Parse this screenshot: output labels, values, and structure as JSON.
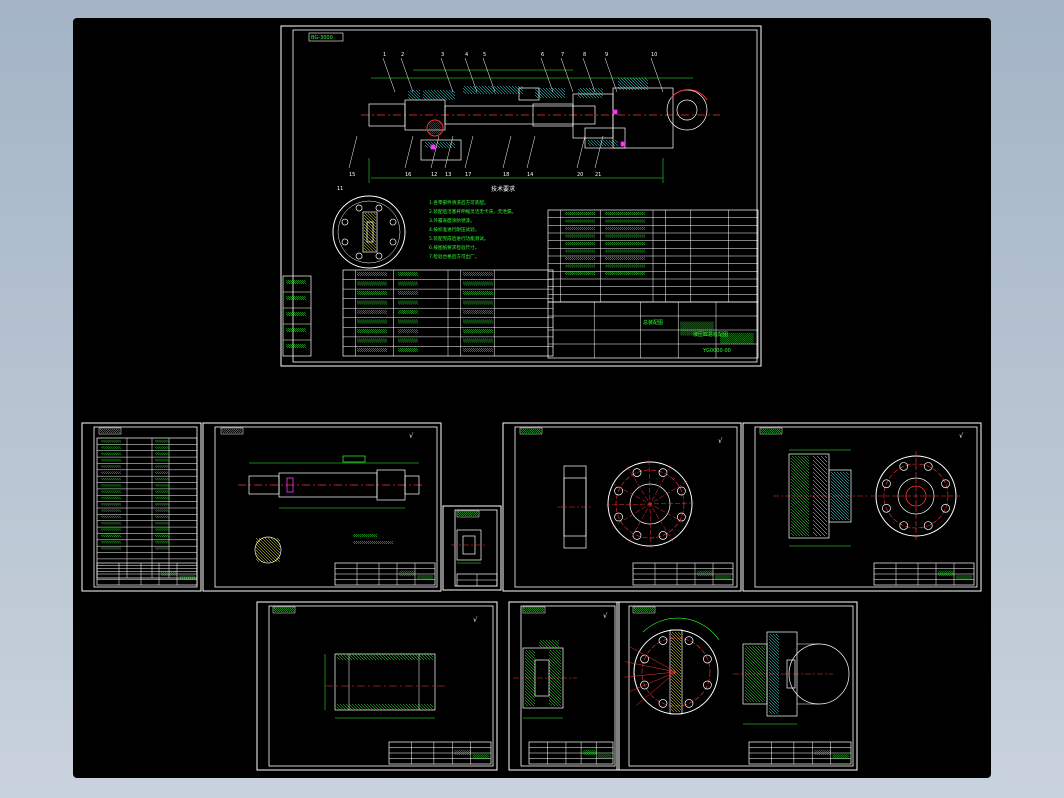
{
  "canvas": {
    "background": "#000000",
    "frame_color": "#ffffff",
    "line_color": "#ffffff",
    "green": "#33ff33",
    "red": "#ff3030",
    "yellow": "#ffff33",
    "cyan": "#33ffff",
    "magenta": "#ff33ff"
  },
  "main_assembly": {
    "title_stamp": "BG-3000",
    "part_numbers_top": [
      "1",
      "2",
      "3",
      "4",
      "5",
      "6",
      "7",
      "8",
      "9",
      "10"
    ],
    "part_numbers_bottom": [
      "15",
      "16",
      "12",
      "13",
      "17",
      "18",
      "14",
      "20",
      "21"
    ],
    "section_label": "11",
    "tech_heading": "技术要求",
    "tech_notes": [
      "1.各零部件清洗后方可装配。",
      "2.装配后活塞杆伸缩灵活无卡滞，无泄漏。",
      "3.外露表面涂防锈漆。",
      "4.按标准进行耐压试验。",
      "5.装配完成后进行功能测试。",
      "6.按图纸要求检验尺寸。",
      "7.检验合格后方可出厂。"
    ],
    "bom_rows": 9,
    "parts_rows": 9,
    "title_block": {
      "company": "总装配图",
      "name": "液压缸总装配图",
      "drawing_no": "YG0000-00"
    }
  },
  "sheets": [
    {
      "id": "bom",
      "label": "明细表"
    },
    {
      "id": "piston_rod",
      "label": "活塞杆"
    },
    {
      "id": "small_part",
      "label": "导向套"
    },
    {
      "id": "flange",
      "label": "法兰盘"
    },
    {
      "id": "end_cap",
      "label": "端盖"
    },
    {
      "id": "cylinder_barrel",
      "label": "缸筒"
    },
    {
      "id": "piston",
      "label": "活塞"
    },
    {
      "id": "rear_cap",
      "label": "缸底"
    }
  ],
  "roughness_mark": "√"
}
